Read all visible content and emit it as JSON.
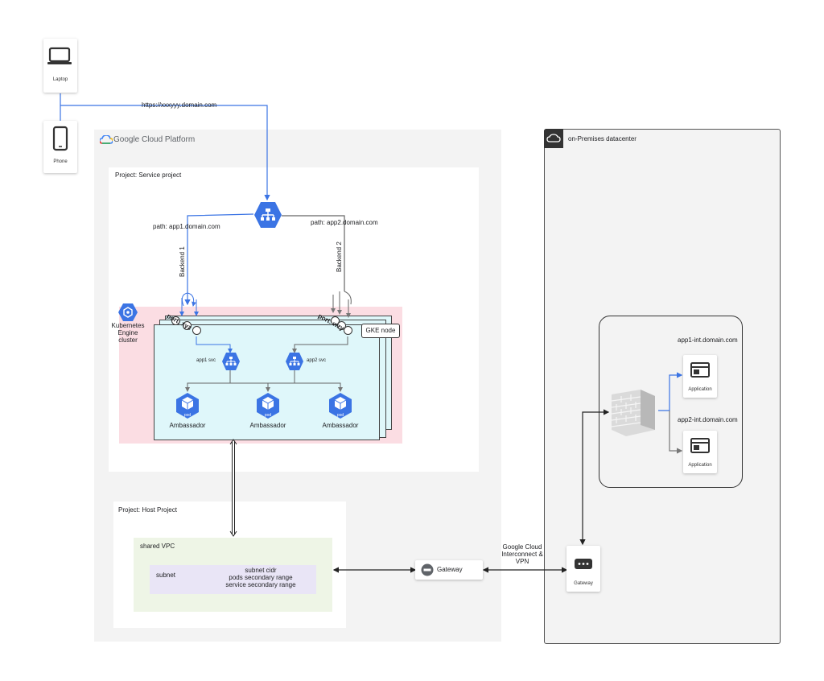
{
  "client": {
    "laptop_label": "Laptop",
    "phone_label": "Phone",
    "url_label": "https://xxxyyy.domain.com"
  },
  "gcp": {
    "brand_label": "Google Cloud Platform",
    "service_project_label": "Project: Service project",
    "path_app1": "path: app1.domain.com",
    "path_app2": "path: app2.domain.com",
    "backend1": "Backend 1",
    "backend2": "Backend 2",
    "k8s_label_lines": [
      "Kubernetes",
      "Engine",
      "cluster"
    ],
    "port_xyz": "port: xyz",
    "port_wzy": "port: wzy",
    "gke_node_label": "GKE node",
    "app1_svc": "app1 svc",
    "app2_svc": "app2 svc",
    "pod_text": "pod",
    "pods": [
      "Ambassador",
      "Ambassador",
      "Ambassador"
    ],
    "host_project_label": "Project:  Host Project",
    "shared_vpc_label": "shared VPC",
    "subnet_label": "subnet",
    "subnet_lines": [
      "subnet cidr",
      "pods secondary range",
      "service secondary range"
    ],
    "gateway_label": "Gateway"
  },
  "interconnect_lines": [
    "Google Cloud",
    "Interconnect &",
    "VPN"
  ],
  "onprem": {
    "title": "on-Premises datacenter",
    "app1_domain": "app1-int.domain.com",
    "app2_domain": "app2-int.domain.com",
    "application_label": "Application",
    "gateway_label": "Gateway"
  },
  "colors": {
    "gcp_bg": "#f3f3f3",
    "cluster_pink": "#fbdde3",
    "node_cyan": "#dff7fa",
    "vpc_green": "#eef5e6",
    "subnet_purple": "#e9e5f6",
    "google_blue": "#3b74e4",
    "arrow_dark": "#222222"
  }
}
